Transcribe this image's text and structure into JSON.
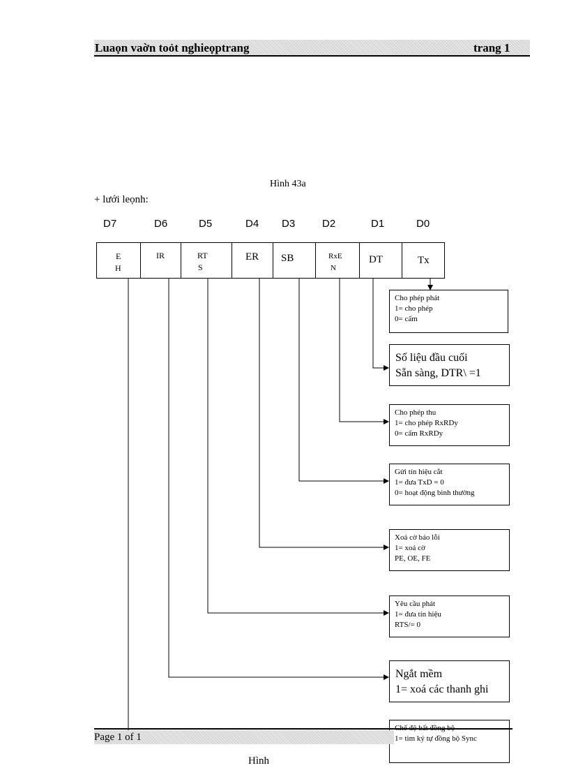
{
  "header": {
    "title": "Luaọn vaờn toỏt nghieọptrang",
    "page": "trang 1"
  },
  "caption": "Hình 43a",
  "section_label": "+ lưới leọnh:",
  "bits": [
    "D7",
    "D6",
    "D5",
    "D4",
    "D3",
    "D2",
    "D1",
    "D0"
  ],
  "register_cells": [
    {
      "line1": "E",
      "line2": "H"
    },
    {
      "line1": "IR",
      "line2": ""
    },
    {
      "line1": "RT",
      "line2": "S"
    },
    {
      "line1": "ER",
      "line2": ""
    },
    {
      "line1": "SB",
      "line2": ""
    },
    {
      "line1": "RxE",
      "line2": "N"
    },
    {
      "line1": "DT",
      "line2": ""
    },
    {
      "line1": "Tx",
      "line2": ""
    }
  ],
  "descriptions": [
    {
      "lines": [
        "Cho phép phát",
        "1= cho phép",
        "0= cấm"
      ]
    },
    {
      "lines": [
        "Số liệu đầu cuối",
        "Sẵn sàng, DTR\\ =1"
      ]
    },
    {
      "lines": [
        "Cho phép thu",
        "1= cho phép RxRDy",
        "0= cấm RxRDy"
      ]
    },
    {
      "lines": [
        "Gửi tín hiệu cắt",
        "1= đưa TxD = 0",
        "0= hoạt động bình thường"
      ]
    },
    {
      "lines": [
        "Xoá cờ báo lỗi",
        "1= xoá cờ",
        "PE, OE, FE"
      ]
    },
    {
      "lines": [
        "Yêu cầu phát",
        "1= đưa tín hiệu",
        "RTS/= 0"
      ]
    },
    {
      "lines": [
        "Ngắt mềm",
        "1= xoá các thanh ghi"
      ]
    },
    {
      "lines": [
        "Chế độ bất đồng bộ",
        "1= tìm ký tự đồng bộ Sync"
      ]
    }
  ],
  "footer": {
    "page_text": "Page 1 of 1",
    "bottom_caption": "Hình"
  }
}
